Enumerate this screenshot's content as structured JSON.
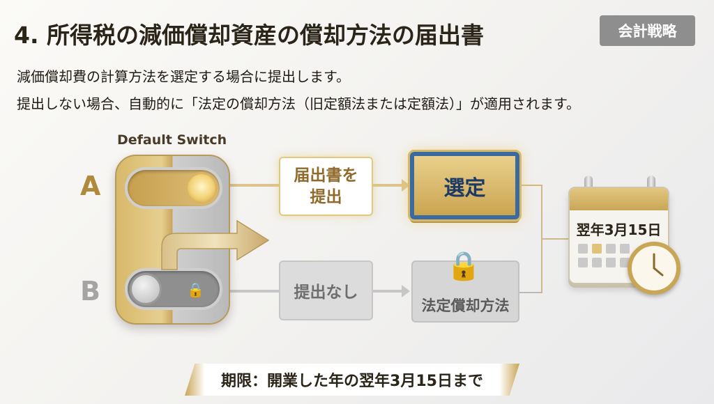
{
  "header": {
    "title": "4. 所得税の減価償却資産の償却方法の届出書",
    "badge": "会計戦略"
  },
  "description": [
    "減価償却費の計算方法を選定する場合に提出します。",
    "提出しない場合、自動的に「法定の償却方法（旧定額法または定額法）」が適用されます。"
  ],
  "switch": {
    "title": "Default Switch",
    "option_a": "A",
    "option_b": "B"
  },
  "path_a": {
    "step1": "届出書を\n提出",
    "step1_line1": "届出書を",
    "step1_line2": "提出",
    "result": "選定"
  },
  "path_b": {
    "step1": "提出なし",
    "result": "法定償却方法"
  },
  "calendar": {
    "date": "翌年3月15日"
  },
  "deadline": "期限：開業した年の翌年3月15日まで",
  "colors": {
    "gold": "#c9a556",
    "navy": "#1d3a66",
    "gray": "#8e8e8e"
  }
}
